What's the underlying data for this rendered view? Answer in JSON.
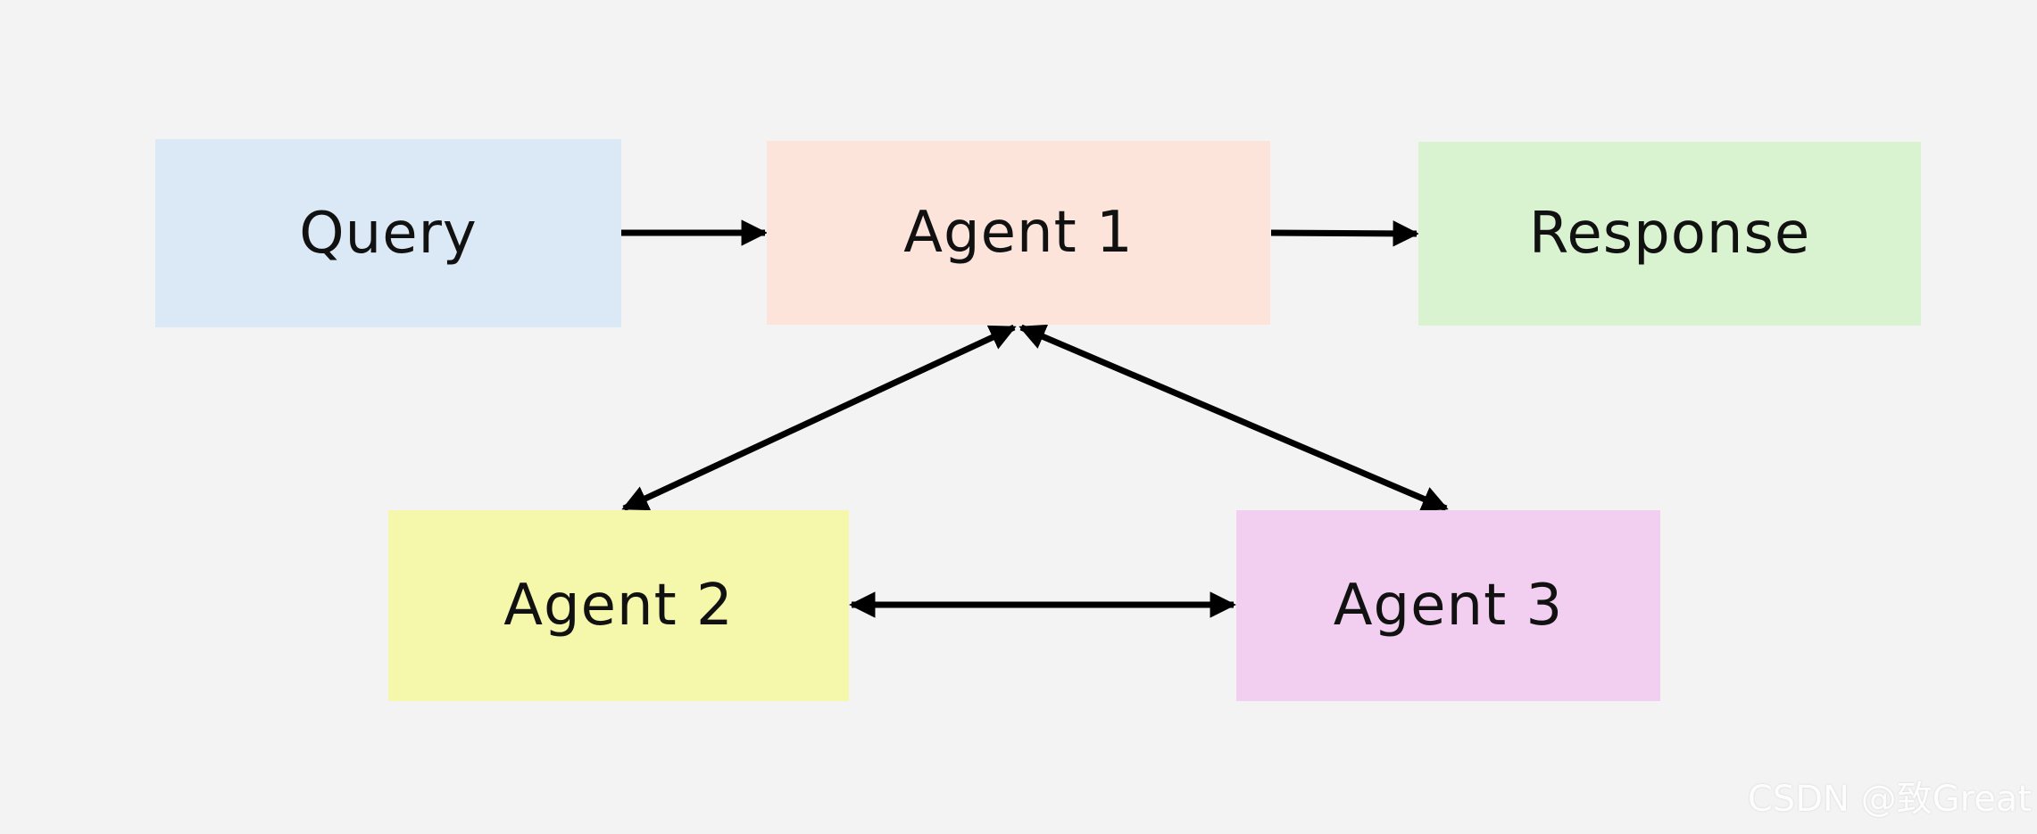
{
  "nodes": {
    "query": {
      "label": "Query",
      "color": "#dbe9f6"
    },
    "agent1": {
      "label": "Agent 1",
      "color": "#fce4da"
    },
    "response": {
      "label": "Response",
      "color": "#d9f3d1"
    },
    "agent2": {
      "label": "Agent 2",
      "color": "#f5f7ab"
    },
    "agent3": {
      "label": "Agent 3",
      "color": "#f2cff0"
    }
  },
  "edges": [
    {
      "from": "query",
      "to": "agent1",
      "direction": "forward"
    },
    {
      "from": "agent1",
      "to": "response",
      "direction": "forward"
    },
    {
      "from": "agent1",
      "to": "agent2",
      "direction": "both"
    },
    {
      "from": "agent1",
      "to": "agent3",
      "direction": "both"
    },
    {
      "from": "agent2",
      "to": "agent3",
      "direction": "both"
    }
  ],
  "edge_color": "#000000",
  "watermark": "CSDN @致Great"
}
